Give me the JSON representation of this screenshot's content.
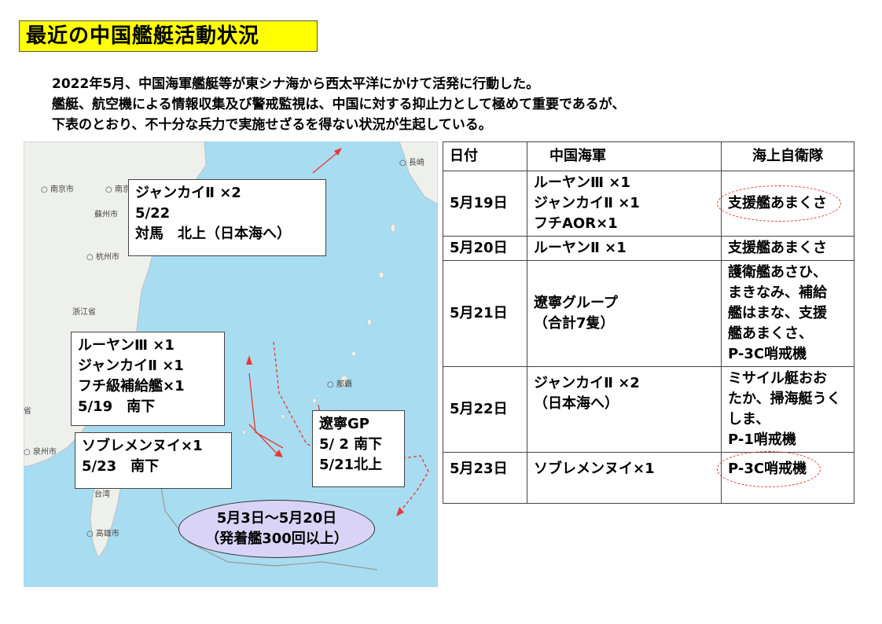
{
  "title": "最近の中国艦艇活動状況",
  "intro": [
    "2022年5月、中国海軍艦艇等が東シナ海から西太平洋にかけて活発に行動した。",
    "艦艇、航空機による情報収集及び警戒監視は、中国に対する抑止力として極めて重要であるが、",
    "下表のとおり、不十分な兵力で実施せざるを得ない状況が生起している。"
  ],
  "map": {
    "cities": [
      "長崎",
      "南京市",
      "南京",
      "蘇州市",
      "杭州市",
      "浙江省",
      "那覇",
      "泉州市",
      "台湾",
      "高雄市",
      "省"
    ],
    "boxes": {
      "box1": [
        "ジャンカイⅡ ×2",
        "5/22",
        "対馬　北上（日本海へ）"
      ],
      "box2": [
        "ルーヤンⅢ ×1",
        "ジャンカイⅡ ×1",
        "フチ級補給艦×1",
        "5/19　南下"
      ],
      "box3": [
        "ソブレメンヌイ×1",
        "5/23　南下"
      ],
      "box4": [
        "遼寧GP",
        "5/ 2 南下",
        "5/21北上"
      ]
    },
    "ellipse": [
      "5月3日～5月20日",
      "（発着艦300回以上）"
    ]
  },
  "table": {
    "headers": [
      "日付",
      "中国海軍",
      "海上自衛隊"
    ],
    "rows": [
      {
        "date": "5月19日",
        "china": [
          "ルーヤンⅢ ×1",
          "ジャンカイⅡ ×1",
          "フチAOR×1"
        ],
        "jmsdf": [
          "支援艦あまくさ"
        ]
      },
      {
        "date": "5月20日",
        "china": [
          "ルーヤンⅡ ×1"
        ],
        "jmsdf": [
          "支援艦あまくさ"
        ]
      },
      {
        "date": "5月21日",
        "china": [
          "遼寧グループ",
          "（合計7隻）"
        ],
        "jmsdf": [
          "護衛艦あさひ、",
          "まきなみ、補給",
          "艦はまな、支援",
          "艦あまくさ、",
          "P-3C哨戒機"
        ]
      },
      {
        "date": "5月22日",
        "china": [
          "ジャンカイⅡ ×2",
          "（日本海へ）"
        ],
        "jmsdf": [
          "ミサイル艇おお",
          "たか、掃海艇うく",
          "しま、",
          "P-1哨戒機"
        ]
      },
      {
        "date": "5月23日",
        "china": [
          "ソブレメンヌイ×1"
        ],
        "jmsdf": [
          "P-3C哨戒機"
        ]
      }
    ]
  },
  "colors": {
    "title_bg": "#ffff00",
    "sea": "#a8dcf0",
    "land": "#eef0ec",
    "arrow": "#e53935",
    "ellipse": "#d9d4f7"
  }
}
